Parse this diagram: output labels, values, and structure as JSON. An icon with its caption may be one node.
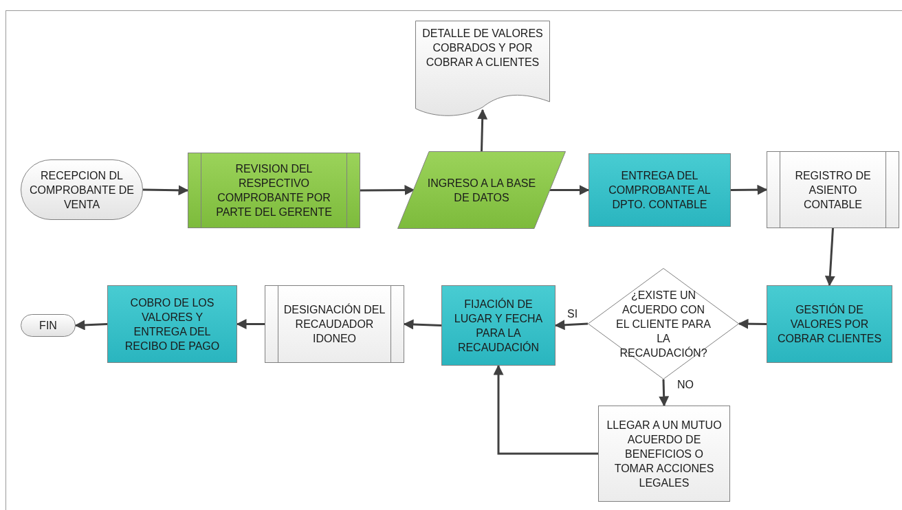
{
  "diagram": {
    "nodes": [
      {
        "text": [
          "RECEPCION DL COMPROBANTE DE VENTA"
        ]
      },
      {
        "text": [
          "REVISION DEL RESPECTIVO COMPROBANTE POR PARTE DEL GERENTE"
        ]
      },
      {
        "text": [
          "INGRESO A LA BASE DE DATOS"
        ]
      },
      {
        "text": [
          "DETALLE DE VALORES COBRADOS Y POR COBRAR A CLIENTES"
        ]
      },
      {
        "text": [
          "ENTREGA DEL COMPROBANTE AL DPTO. CONTABLE"
        ]
      },
      {
        "text": [
          "REGISTRO DE ASIENTO CONTABLE"
        ]
      },
      {
        "text": [
          "GESTIÓN DE VALORES POR COBRAR CLIENTES"
        ]
      },
      {
        "text": [
          "¿EXISTE UN ACUERDO CON EL CLIENTE PARA LA RECAUDACIÓN?"
        ]
      },
      {
        "text": [
          "FIJACIÓN DE LUGAR Y FECHA PARA LA RECAUDACIÓN"
        ]
      },
      {
        "text": [
          "DESIGNACIÓN DEL RECAUDADOR IDONEO"
        ]
      },
      {
        "text": [
          "COBRO DE LOS VALORES Y ENTREGA DEL RECIBO DE PAGO"
        ]
      },
      {
        "text": [
          "FIN"
        ]
      },
      {
        "text": [
          "LLEGAR A UN MUTUO ACUERDO DE BENEFICIOS O TOMAR ACCIONES LEGALES"
        ]
      }
    ],
    "edges": [
      {
        "from": 0,
        "to": 1,
        "arrow": "to"
      },
      {
        "from": 1,
        "to": 2,
        "arrow": "to"
      },
      {
        "from": 2,
        "to": 3,
        "arrow": "to"
      },
      {
        "from": 2,
        "to": 4,
        "arrow": "to"
      },
      {
        "from": 4,
        "to": 5,
        "arrow": "to"
      },
      {
        "from": 5,
        "to": 6,
        "arrow": "to"
      },
      {
        "from": 6,
        "to": 7,
        "arrow": "to"
      },
      {
        "from": 7,
        "to": 8,
        "arrow": "to",
        "label": "SI"
      },
      {
        "from": 7,
        "to": 12,
        "arrow": "to",
        "label": "NO"
      },
      {
        "from": 12,
        "to": 8,
        "arrow": "to"
      },
      {
        "from": 8,
        "to": 9,
        "arrow": "to"
      },
      {
        "from": 9,
        "to": 10,
        "arrow": "to"
      },
      {
        "from": 10,
        "to": 11,
        "arrow": "to"
      }
    ]
  }
}
